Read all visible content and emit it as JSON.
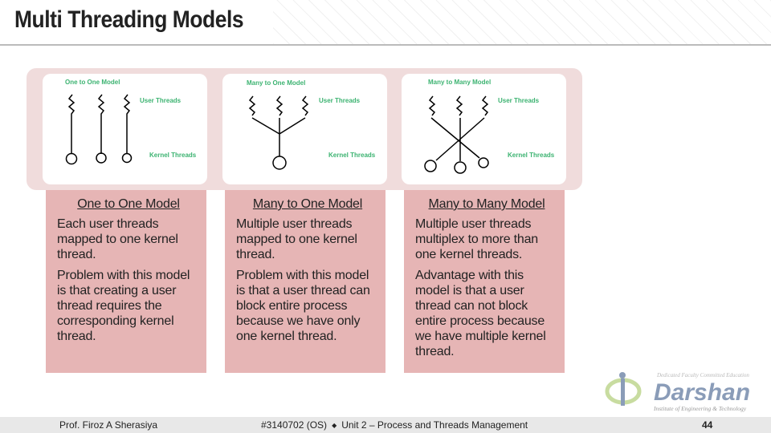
{
  "title": "Multi Threading Models",
  "diagrams": [
    {
      "title": "One to One Model",
      "user": "User Threads",
      "kernel": "Kernel Threads"
    },
    {
      "title": "Many to One Model",
      "user": "User Threads",
      "kernel": "Kernel Threads"
    },
    {
      "title": "Many to Many Model",
      "user": "User Threads",
      "kernel": "Kernel Threads"
    }
  ],
  "columns": [
    {
      "heading": "One to One Model",
      "p1": "Each user threads mapped to one kernel thread.",
      "p2": "Problem with this model is that creating a user thread requires the corresponding kernel thread."
    },
    {
      "heading": "Many to One Model",
      "p1": "Multiple user threads mapped to one kernel thread.",
      "p2": "Problem with this model is that a user thread can block entire process because we have only one kernel thread."
    },
    {
      "heading": "Many to Many Model",
      "p1": "Multiple user threads multiplex to more than one kernel threads.",
      "p2": "Advantage with this model is that a user thread can not block entire process because we have multiple kernel thread."
    }
  ],
  "logo": {
    "name": "Darshan",
    "tagline": "Dedicated Faculty Committed Education",
    "sub": "Institute of Engineering & Technology"
  },
  "footer": {
    "author": "Prof. Firoz A Sherasiya",
    "course": "#3140702 (OS)",
    "bullet": "◆",
    "unit": "Unit 2 – Process and Threads Management",
    "page": "44"
  },
  "colors": {
    "diagram_label": "#3cb371",
    "column_bg": "#e6b5b5"
  }
}
